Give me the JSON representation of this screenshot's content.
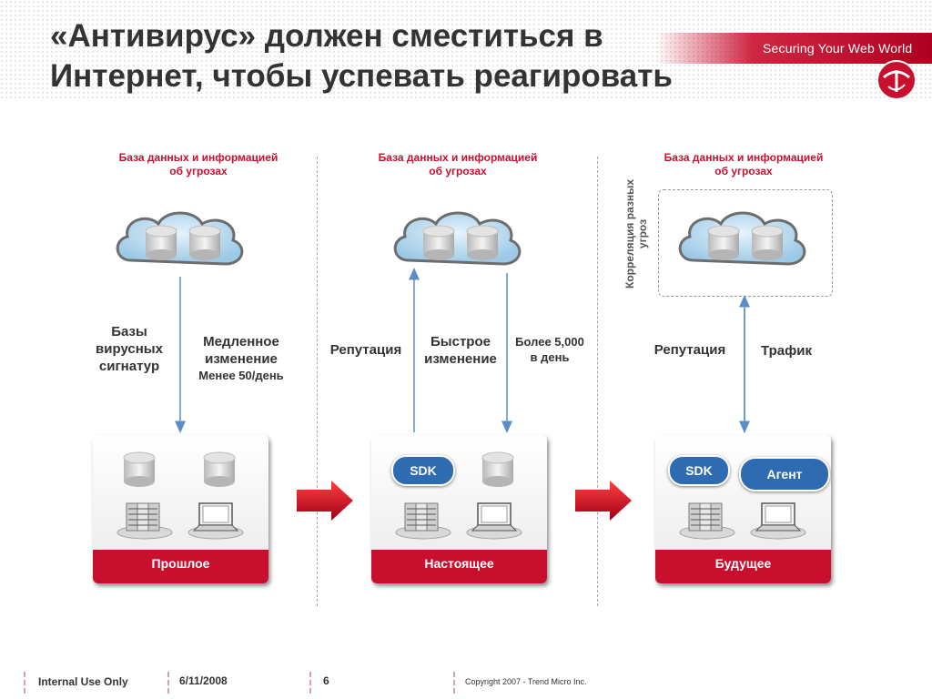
{
  "slide": {
    "title_line1": "«Антивирус» должен сместиться в",
    "title_line2": "Интернет, чтобы успевать реагировать",
    "brand": "Securing Your Web World",
    "brand_logo_icon": "trend-micro-logo-icon"
  },
  "columns": [
    {
      "header_line1": "База данных и информацией",
      "header_line2": "об угрозах",
      "labels": {
        "left": [
          "Базы",
          "вирусных",
          "сигнатур"
        ],
        "right": [
          "Медленное",
          "изменение"
        ],
        "right_note": "Менее 50/день"
      },
      "footer": "Прошлое"
    },
    {
      "header_line1": "База данных и информацией",
      "header_line2": "об угрозах",
      "labels": {
        "left": "Репутация",
        "mid": [
          "Быстрое",
          "изменение"
        ],
        "right": [
          "Более 5,000",
          "в день"
        ]
      },
      "sdk": "SDK",
      "footer": "Настоящее"
    },
    {
      "header_line1": "База данных и информацией",
      "header_line2": "об угрозах",
      "correlation": [
        "Корреляция разных",
        "угроз"
      ],
      "labels": {
        "left": "Репутация",
        "right": "Трафик"
      },
      "sdk": "SDK",
      "agent": "Агент",
      "footer": "Будущее"
    }
  ],
  "footer": {
    "classification": "Internal Use Only",
    "date": "6/11/2008",
    "page": "6",
    "copyright": "Copyright 2007 - Trend Micro Inc."
  },
  "colors": {
    "accent_red": "#c8102e",
    "sdk_blue": "#2f6bb0",
    "cloud_blue": "#a9d1ea",
    "arrow_blue": "#5b8dc9"
  }
}
